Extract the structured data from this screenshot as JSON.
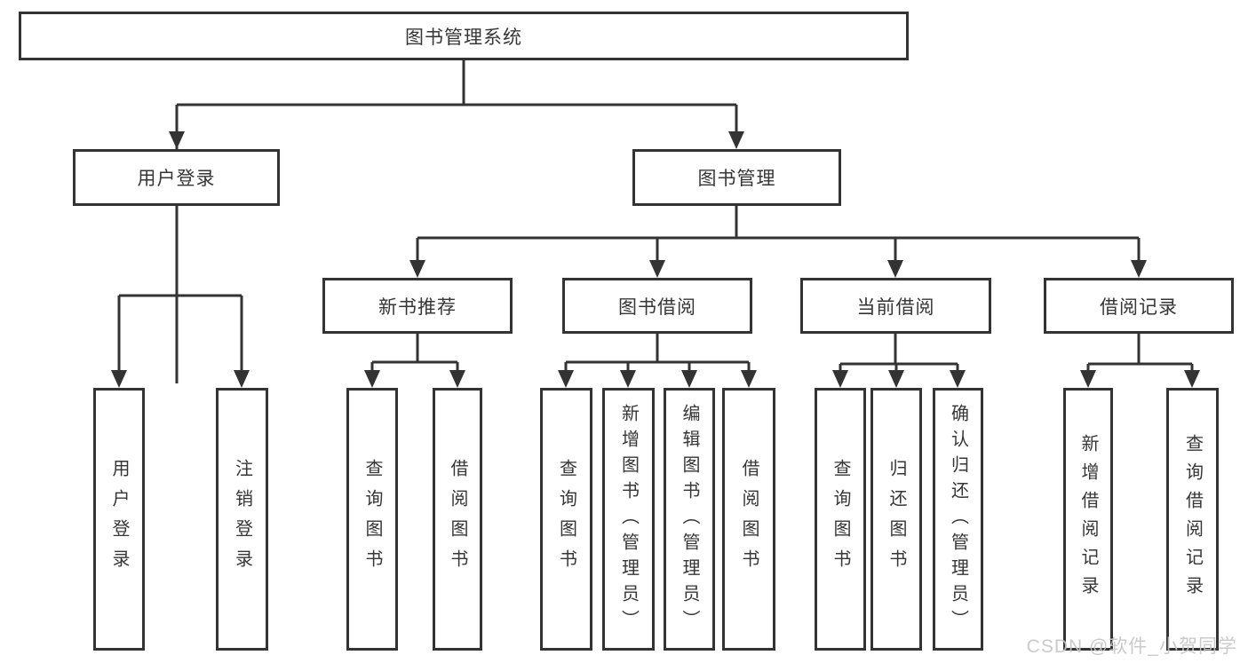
{
  "diagram": {
    "root": "图书管理系统",
    "branches": [
      {
        "label": "用户登录",
        "children": [
          "用户登录",
          "注销登录"
        ]
      },
      {
        "label": "图书管理",
        "sections": [
          {
            "label": "新书推荐",
            "children": [
              "查询图书",
              "借阅图书"
            ]
          },
          {
            "label": "图书借阅",
            "children": [
              "查询图书",
              "新增图书（管理员）",
              "编辑图书（管理员）",
              "借阅图书"
            ]
          },
          {
            "label": "当前借阅",
            "children": [
              "查询图书",
              "归还图书",
              "确认归还（管理员）"
            ]
          },
          {
            "label": "借阅记录",
            "children": [
              "新增借阅记录",
              "查询借阅记录"
            ]
          }
        ]
      }
    ]
  },
  "watermark": {
    "text": "CSDN @软件_小贺同学"
  },
  "colors": {
    "line": "#333333",
    "text": "#363636",
    "watermark": "#c6c6c6",
    "background": "#ffffff"
  }
}
